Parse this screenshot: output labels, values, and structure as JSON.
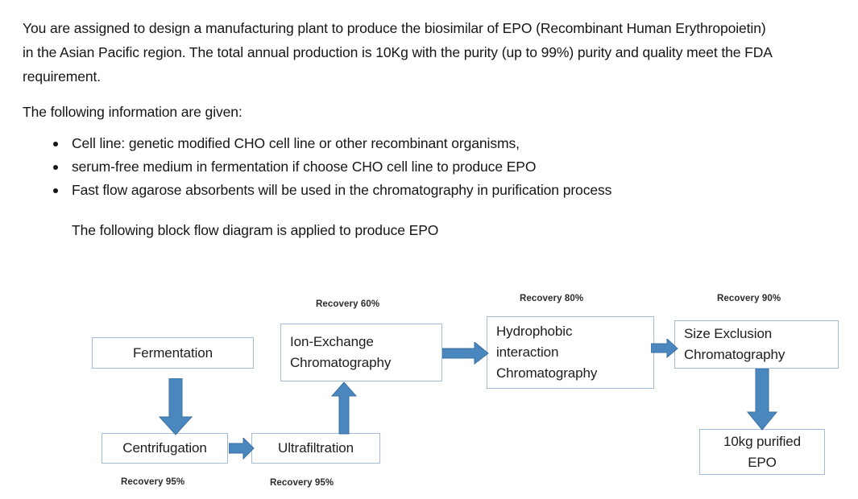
{
  "document": {
    "paragraphs": [
      "You are assigned to design a manufacturing plant to produce the biosimilar of EPO (Recombinant Human Erythropoietin) in the Asian Pacific region. The total annual production is 10Kg with the purity (up to 99%) purity and quality meet the FDA requirement.",
      "The following information are given:"
    ],
    "bullets": [
      "Cell line: genetic modified CHO cell line or other recombinant organisms,",
      "serum-free medium in fermentation if choose CHO cell line to produce EPO",
      "Fast flow agarose absorbents will be used in the chromatography in purification process"
    ],
    "note": "The following block flow diagram is applied to produce EPO"
  },
  "diagram": {
    "nodes": {
      "fermentation": "Fermentation",
      "centrifugation": "Centrifugation",
      "ultrafiltration": "Ultrafiltration",
      "ion_exchange_line1": "Ion-Exchange",
      "ion_exchange_line2": "Chromatography",
      "hydrophobic_line1": "Hydrophobic",
      "hydrophobic_line2": "interaction",
      "hydrophobic_line3": "Chromatography",
      "size_exclusion_line1": "Size Exclusion",
      "size_exclusion_line2": "Chromatography",
      "product_line1": "10kg purified",
      "product_line2": "EPO"
    },
    "labels": {
      "recovery_centrifugation": "Recovery 95%",
      "recovery_ultrafiltration": "Recovery 95%",
      "recovery_ion_exchange": "Recovery 60%",
      "recovery_hydrophobic": "Recovery 80%",
      "recovery_size_exclusion": "Recovery 90%"
    },
    "colors": {
      "box_border": "#a3bdd6",
      "arrow_fill": "#4a87bf",
      "arrow_stroke": "#3a6f9e",
      "text": "#1d1d1d"
    }
  }
}
